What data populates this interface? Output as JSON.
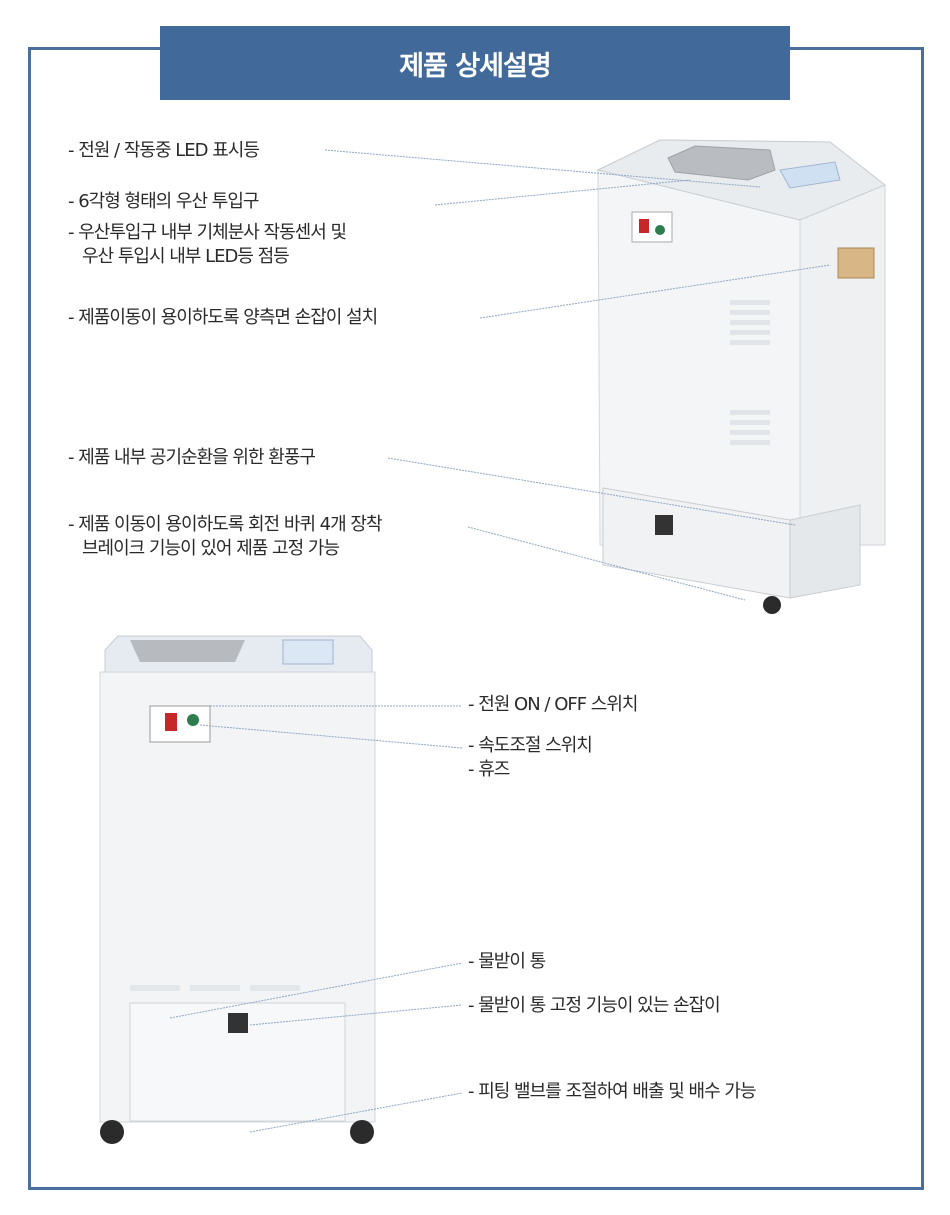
{
  "header": {
    "title": "제품 상세설명"
  },
  "callouts_top": [
    {
      "line1": "- 전원 / 작동중 LED 표시등"
    },
    {
      "line1": "- 6각형 형태의 우산 투입구"
    },
    {
      "line1": "- 우산투입구 내부 기체분사 작동센서 및",
      "line2": "우산 투입시 내부 LED등 점등"
    },
    {
      "line1": "- 제품이동이 용이하도록 양측면 손잡이 설치"
    },
    {
      "line1": "- 제품 내부 공기순환을 위한 환풍구"
    },
    {
      "line1": "- 제품 이동이 용이하도록 회전 바퀴 4개 장착",
      "line2": "브레이크 기능이 있어 제품 고정 가능"
    }
  ],
  "callouts_bottom": [
    {
      "line1": "- 전원 ON / OFF 스위치"
    },
    {
      "line1": "- 속도조절 스위치",
      "line2": "- 휴즈"
    },
    {
      "line1": "- 물받이 통"
    },
    {
      "line1": "- 물받이 통 고정 기능이 있는 손잡이"
    },
    {
      "line1": "- 피팅 밸브를 조절하여 배출 및 배수 가능"
    }
  ],
  "colors": {
    "accent": "#41699a",
    "border": "#4a6f9c",
    "text": "#2a2a2a",
    "leader": "#8fa6c4"
  }
}
